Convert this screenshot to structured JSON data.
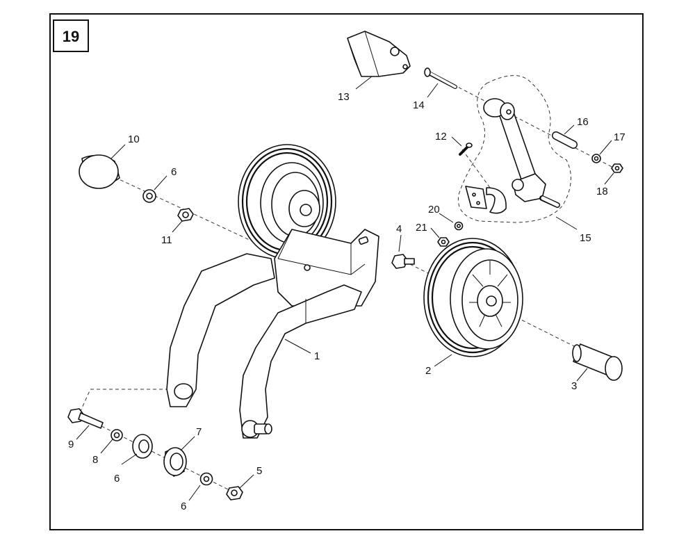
{
  "figure_number": "19",
  "callouts": [
    "1",
    "2",
    "3",
    "4",
    "5",
    "6",
    "6",
    "6",
    "7",
    "8",
    "9",
    "10",
    "11",
    "12",
    "13",
    "14",
    "15",
    "16",
    "17",
    "18",
    "20",
    "21"
  ]
}
